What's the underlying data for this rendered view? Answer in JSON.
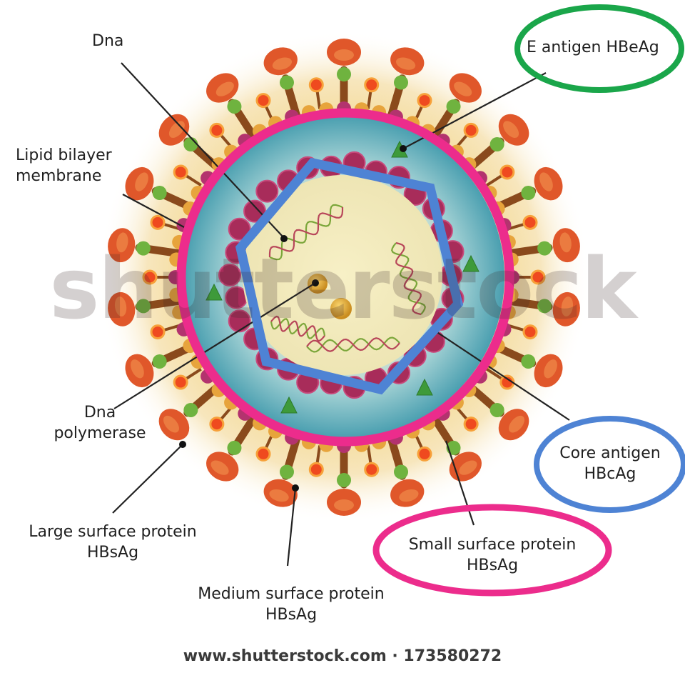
{
  "labels": {
    "dna": "Dna",
    "e_antigen": "E antigen HBeAg",
    "lipid": [
      "Lipid bilayer",
      "membrane"
    ],
    "dna_polymerase": [
      "Dna",
      "polymerase"
    ],
    "large_protein": [
      "Large surface protein",
      "HBsAg"
    ],
    "medium_protein": [
      "Medium surface protein",
      "HBsAg"
    ],
    "small_protein": [
      "Small surface protein",
      "HBsAg"
    ],
    "core_antigen": [
      "Core antigen",
      "HBcAg"
    ]
  },
  "watermark": "shutterstock",
  "footer": "www.shutterstock.com · 173580272",
  "colors": {
    "highlight_pink": "#ec2c8c",
    "highlight_green": "#1aa64a",
    "highlight_blue": "#4e83d4",
    "spike_orange": "#e0572a",
    "membrane_magenta": "#b3336e",
    "core_teal": "#66b2c0"
  }
}
